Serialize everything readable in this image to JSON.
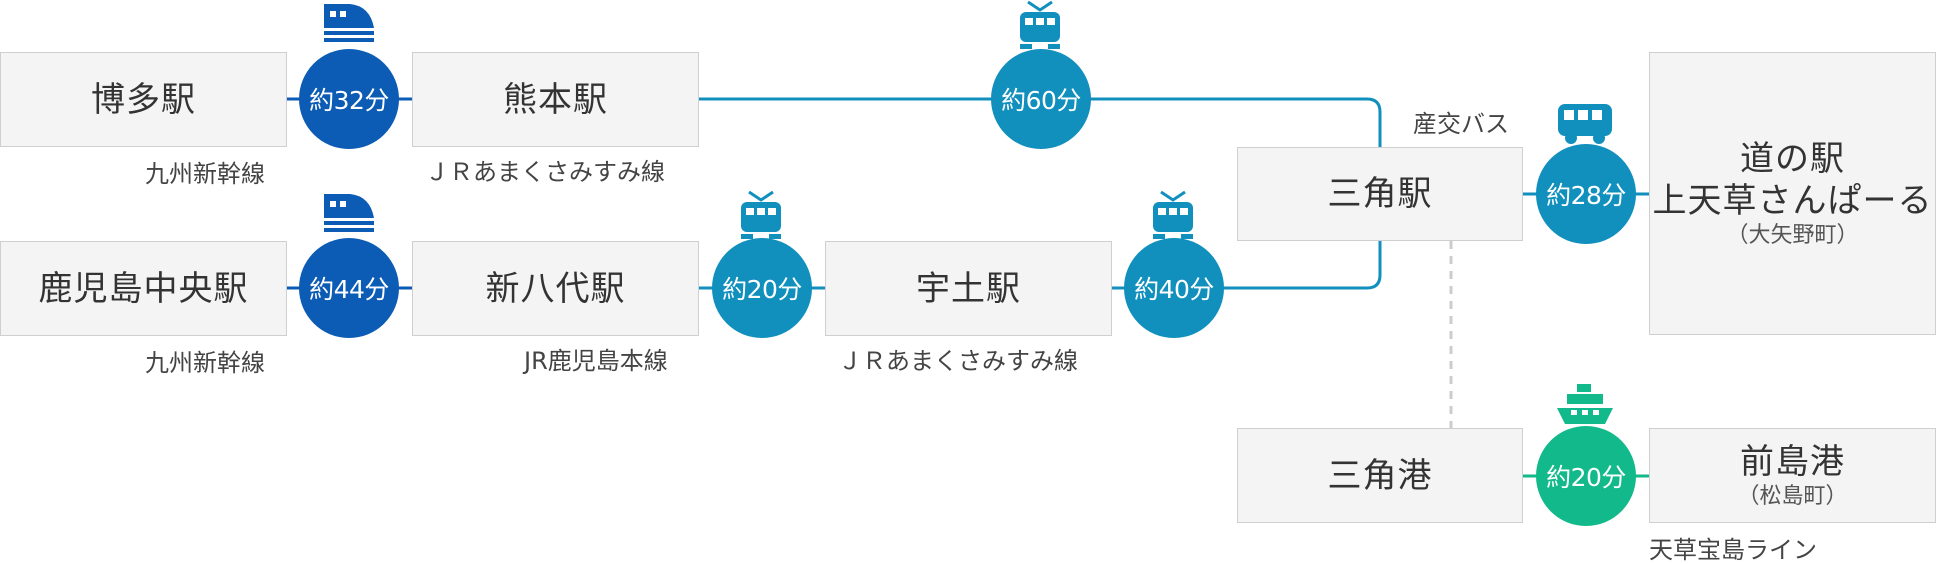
{
  "colors": {
    "shinkansen": "#0c5bb4",
    "rail": "#118fbd",
    "bus": "#118fbd",
    "ferry": "#12b98a",
    "route_line": "#118fbd",
    "dashed": "#cccccc"
  },
  "stations": {
    "hakata": "博多駅",
    "kumamoto": "熊本駅",
    "kagoshima_chuo": "鹿児島中央駅",
    "shin_yatsushiro": "新八代駅",
    "uto": "宇土駅",
    "misumi_station": "三角駅",
    "michinoeki": {
      "line1": "道の駅",
      "line2": "上天草さんぱーる",
      "sub": "（大矢野町）"
    },
    "misumi_port": "三角港",
    "maejima_port": {
      "name": "前島港",
      "sub": "（松島町）"
    }
  },
  "line_labels": {
    "kyushu_shinkansen_1": "九州新幹線",
    "kyushu_shinkansen_2": "九州新幹線",
    "amakusa_misumi_1": "ＪＲあまくさみすみ線",
    "amakusa_misumi_2": "ＪＲあまくさみすみ線",
    "kagoshima_main": "JR鹿児島本線",
    "sanko_bus": "産交バス",
    "treasure_line": "天草宝島ライン"
  },
  "times": {
    "hakata_kumamoto": "約32分",
    "kumamoto_misumi": "約60分",
    "kagoshima_shinyatsushiro": "約44分",
    "shinyatsushiro_uto": "約20分",
    "uto_misumi": "約40分",
    "misumi_michinoeki": "約28分",
    "misumiport_maejima": "約20分"
  },
  "icons": {
    "hakata_kumamoto": "shinkansen-icon",
    "kumamoto_misumi": "train-icon",
    "kagoshima_shinyatsushiro": "shinkansen-icon",
    "shinyatsushiro_uto": "train-icon",
    "uto_misumi": "train-icon",
    "misumi_michinoeki": "bus-icon",
    "misumiport_maejima": "ship-icon"
  }
}
